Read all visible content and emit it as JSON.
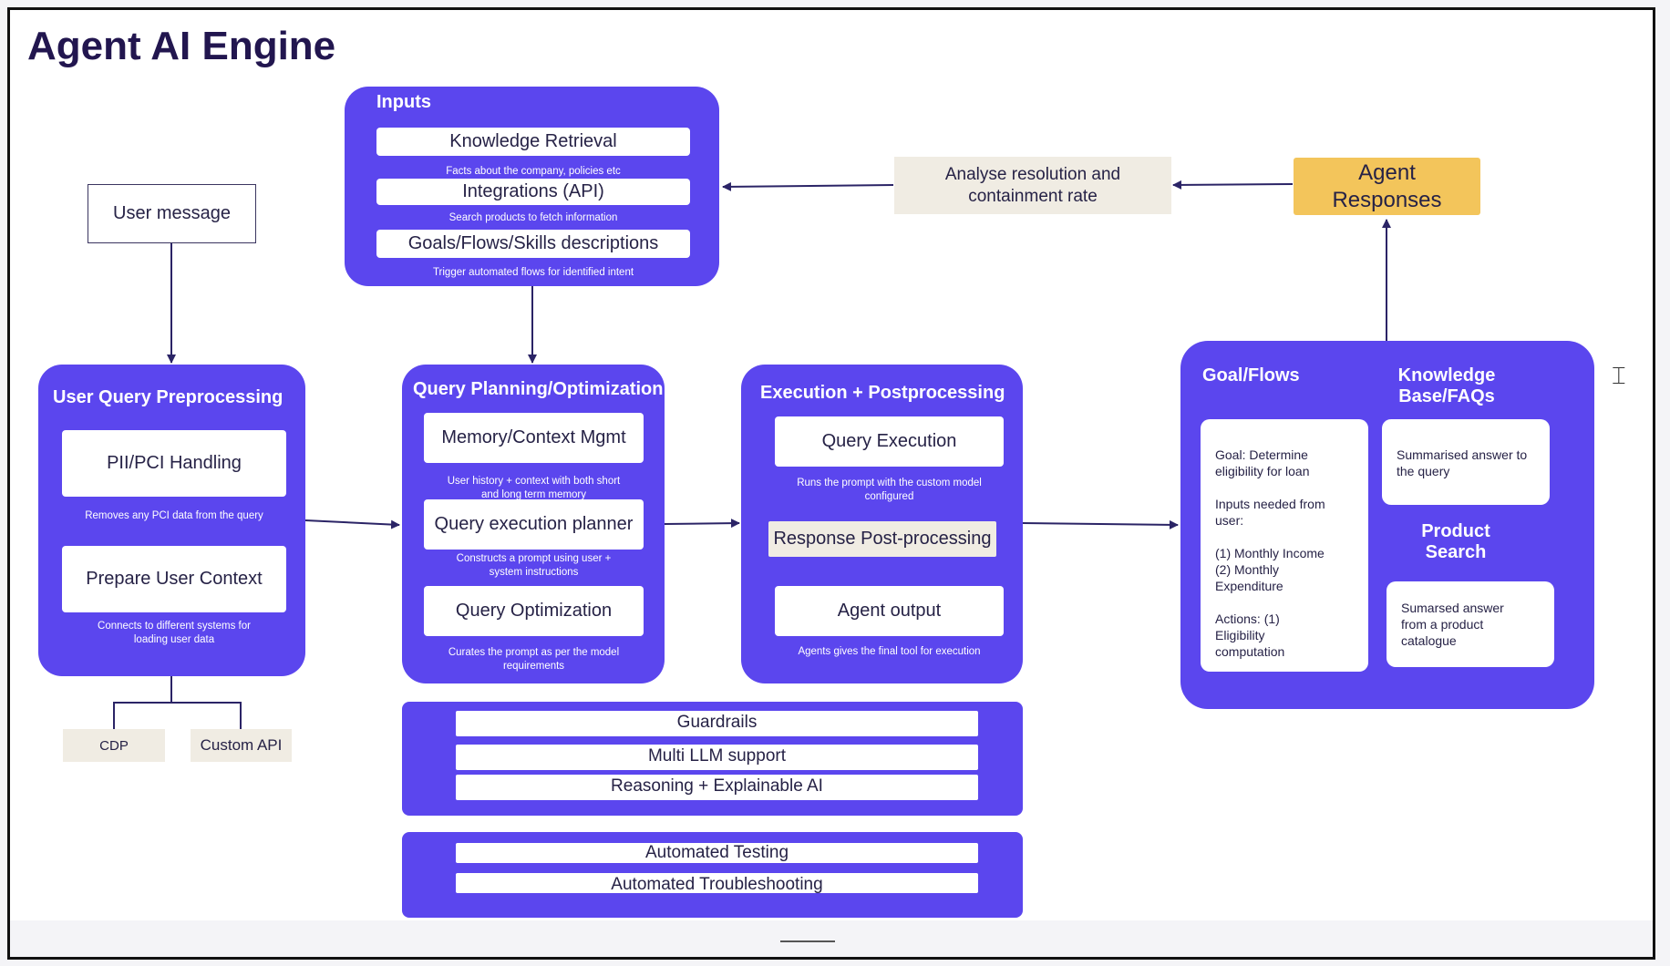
{
  "title": "Agent AI Engine",
  "user_message": "User message",
  "inputs": {
    "title": "Inputs",
    "items": [
      {
        "label": "Knowledge Retrieval",
        "caption": "Facts about the company, policies etc"
      },
      {
        "label": "Integrations (API)",
        "caption": "Search products to fetch information"
      },
      {
        "label": "Goals/Flows/Skills descriptions",
        "caption": "Trigger automated flows for identified intent"
      }
    ]
  },
  "analyse": "Analyse resolution and containment rate",
  "agent_responses": "Agent Responses",
  "preprocessing": {
    "title": "User Query Preprocessing",
    "items": [
      {
        "label": "PII/PCI Handling",
        "caption": "Removes any PCI data from the query"
      },
      {
        "label": "Prepare User Context",
        "caption": "Connects to different systems for loading user data"
      }
    ]
  },
  "sources": {
    "cdp": "CDP",
    "custom_api": "Custom API"
  },
  "planning": {
    "title": "Query Planning/Optimization",
    "items": [
      {
        "label": "Memory/Context Mgmt",
        "caption": "User history + context with both short and long term memory"
      },
      {
        "label": "Query execution planner",
        "caption": "Constructs a prompt using user + system instructions"
      },
      {
        "label": "Query Optimization",
        "caption": "Curates the prompt as per the model requirements"
      }
    ]
  },
  "execution": {
    "title": "Execution + Postprocessing",
    "items": [
      {
        "label": "Query Execution",
        "caption": "Runs the prompt with the custom model configured"
      },
      {
        "label": "Response Post-processing",
        "caption": ""
      },
      {
        "label": "Agent output",
        "caption": "Agents gives the final tool for execution"
      }
    ]
  },
  "guardrails": {
    "items": [
      "Guardrails",
      "Multi LLM support",
      "Reasoning + Explainable AI"
    ]
  },
  "testing": {
    "items": [
      "Automated Testing",
      "Automated Troubleshooting"
    ]
  },
  "output": {
    "goal_flows_title": "Goal/Flows",
    "knowledge_title": "Knowledge Base/FAQs",
    "product_title": "Product Search",
    "goal_card": [
      "Goal: Determine eligibility for loan",
      "Inputs needed from user:",
      "(1) Monthly Income (2) Monthly Expenditure",
      "Actions: (1) Eligibility computation"
    ],
    "knowledge_card": "Summarised answer to the query",
    "product_card": "Sumarsed answer from a product catalogue"
  },
  "colors": {
    "panel": "#5b46ee",
    "title": "#22164f",
    "beige": "#f0ece3",
    "yellow": "#f3c55b",
    "arrow": "#2b2466"
  }
}
